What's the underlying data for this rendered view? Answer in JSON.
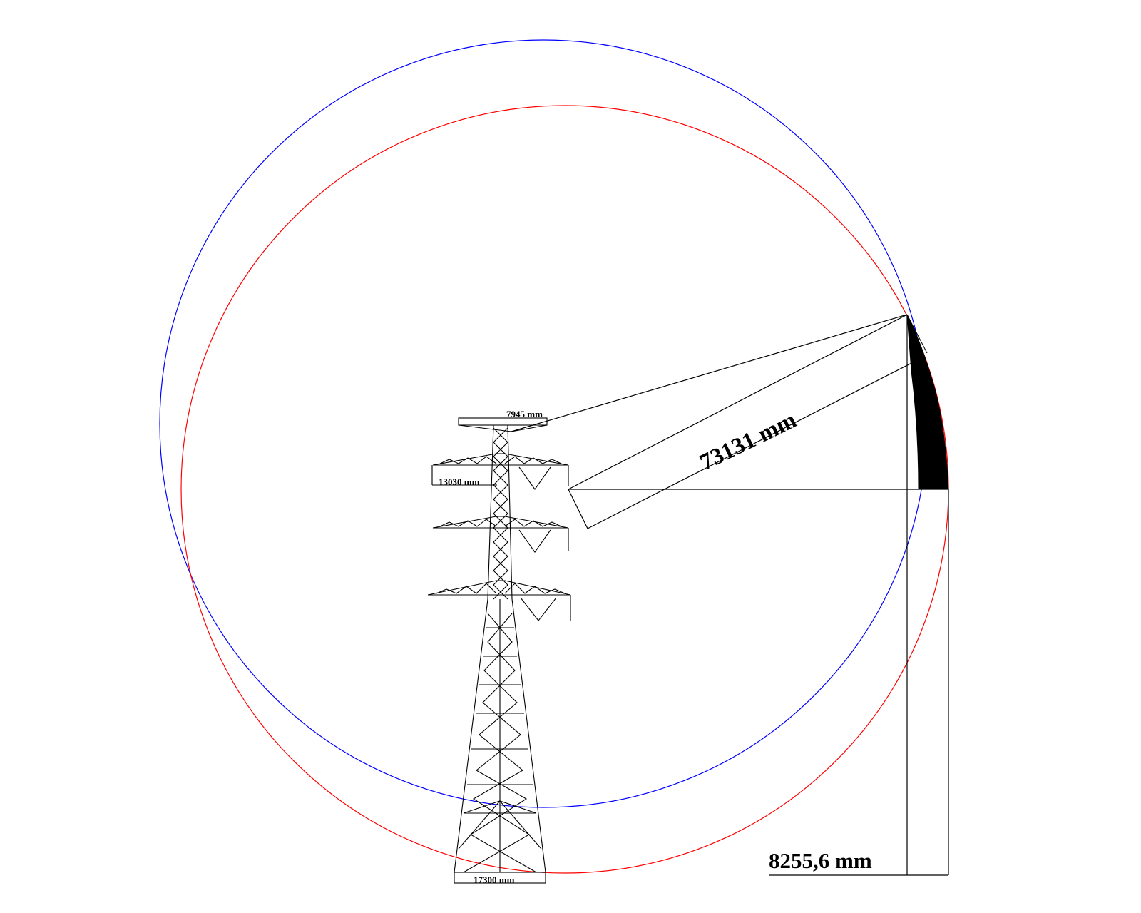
{
  "labels": {
    "top_width": "7945  mm",
    "arm_width": "13030  mm",
    "base_width": "17300  mm",
    "radius": "73131 mm",
    "offset": "8255,6 mm"
  },
  "colors": {
    "circle_original": "#0000ff",
    "circle_displaced": "#ff0000",
    "lines": "#000000",
    "background": "#ffffff"
  }
}
